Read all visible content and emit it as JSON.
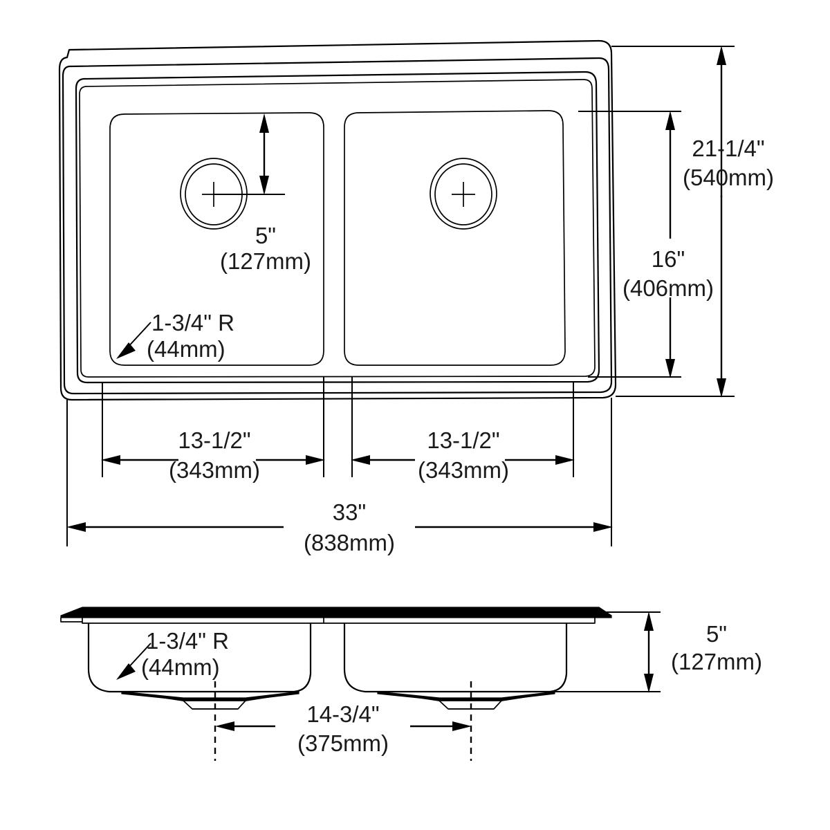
{
  "drawing": {
    "title": "Double bowl drop-in sink specification drawing",
    "views": {
      "top": "top-view",
      "section": "cross-section-view"
    },
    "line_color": "#000000",
    "background_color": "#ffffff"
  },
  "top_view": {
    "bowl_count": 2,
    "drain_symbol": "crosshair-in-double-circle",
    "dimensions": {
      "drain_offset": {
        "imperial": "5\"",
        "metric": "(127mm)",
        "orientation": "vertical",
        "describes": "bowl-top-edge-to-drain-centerline"
      },
      "corner_radius": {
        "imperial": "1-3/4\" R",
        "metric": "(44mm)",
        "orientation": "leader",
        "describes": "bowl-corner-radius"
      },
      "left_bowl_width": {
        "imperial": "13-1/2\"",
        "metric": "(343mm)",
        "orientation": "horizontal",
        "describes": "left-bowl-width"
      },
      "right_bowl_width": {
        "imperial": "13-1/2\"",
        "metric": "(343mm)",
        "orientation": "horizontal",
        "describes": "right-bowl-width"
      },
      "overall_width": {
        "imperial": "33\"",
        "metric": "(838mm)",
        "orientation": "horizontal",
        "describes": "overall-sink-width"
      },
      "overall_depth": {
        "imperial": "21-1/4\"",
        "metric": "(540mm)",
        "orientation": "vertical",
        "describes": "overall-sink-depth"
      },
      "bowl_depth_front_to_back": {
        "imperial": "16\"",
        "metric": "(406mm)",
        "orientation": "vertical",
        "describes": "bowl-front-to-back"
      }
    }
  },
  "section_view": {
    "bowl_count": 2,
    "dimensions": {
      "corner_radius": {
        "imperial": "1-3/4\" R",
        "metric": "(44mm)",
        "orientation": "leader",
        "describes": "bowl-corner-radius"
      },
      "drain_spacing": {
        "imperial": "14-3/4\"",
        "metric": "(375mm)",
        "orientation": "horizontal",
        "describes": "distance-between-drain-centerlines"
      },
      "bowl_depth": {
        "imperial": "5\"",
        "metric": "(127mm)",
        "orientation": "vertical",
        "describes": "bowl-depth"
      }
    }
  }
}
